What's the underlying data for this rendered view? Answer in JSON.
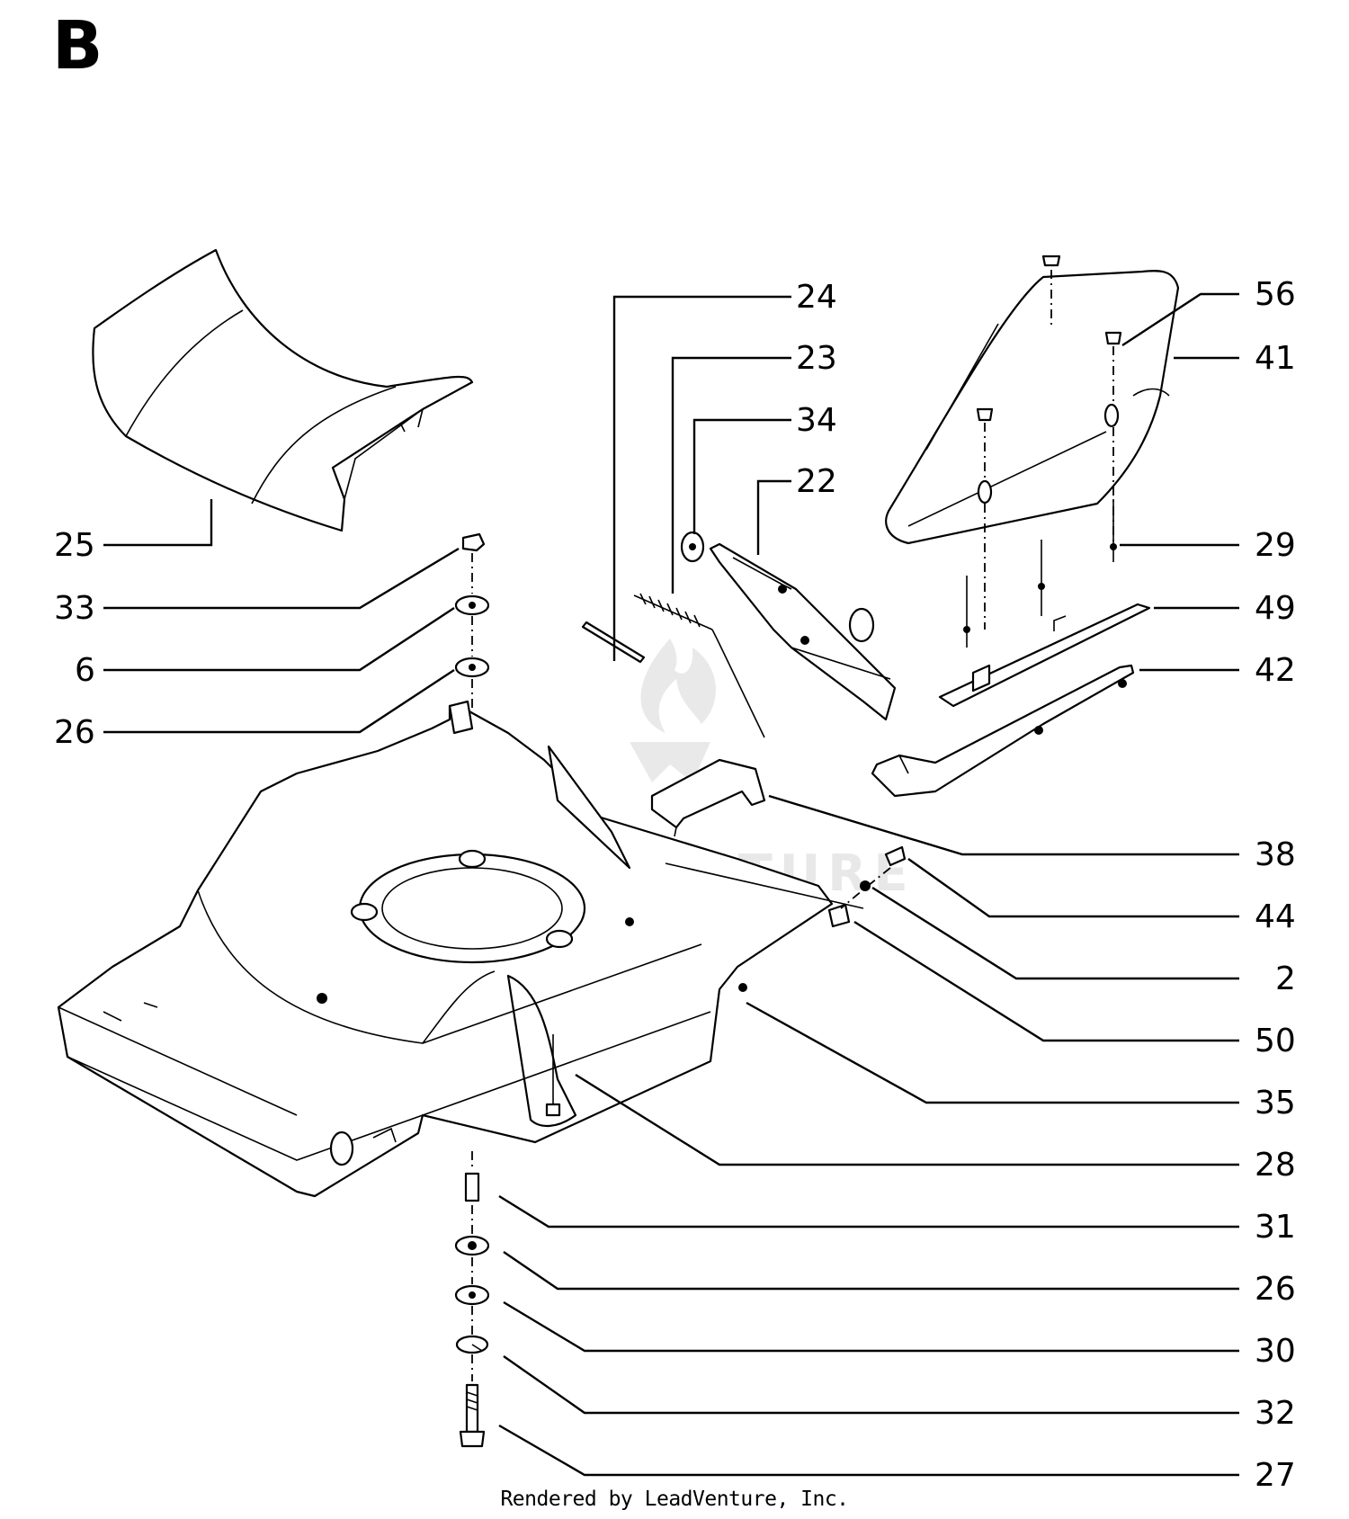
{
  "section_letter": "B",
  "credit": "Rendered by LeadVenture, Inc.",
  "callouts": [
    {
      "number": "24"
    },
    {
      "number": "23"
    },
    {
      "number": "34"
    },
    {
      "number": "22"
    },
    {
      "number": "56"
    },
    {
      "number": "41"
    },
    {
      "number": "25"
    },
    {
      "number": "33"
    },
    {
      "number": "6"
    },
    {
      "number": "26"
    },
    {
      "number": "29"
    },
    {
      "number": "49"
    },
    {
      "number": "42"
    },
    {
      "number": "38"
    },
    {
      "number": "44"
    },
    {
      "number": "2"
    },
    {
      "number": "50"
    },
    {
      "number": "35"
    },
    {
      "number": "28"
    },
    {
      "number": "31"
    },
    {
      "number": "26"
    },
    {
      "number": "30"
    },
    {
      "number": "32"
    },
    {
      "number": "27"
    }
  ],
  "watermark": {
    "text": "LEADVENTURE"
  }
}
